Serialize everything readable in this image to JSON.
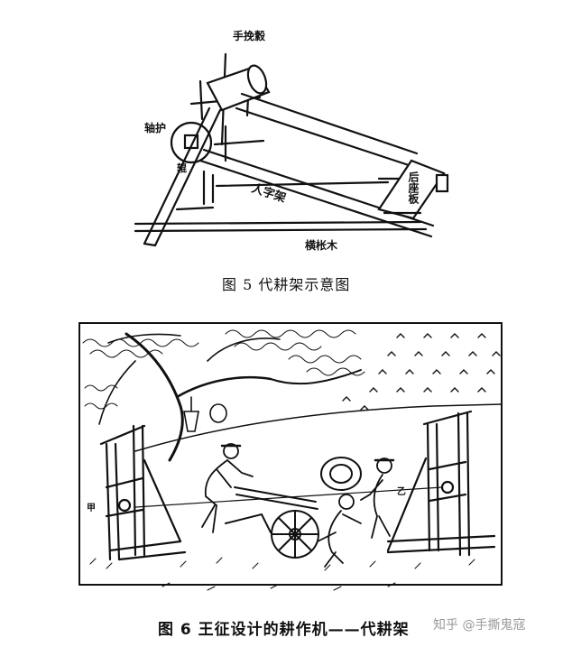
{
  "figure5": {
    "labels": {
      "hand_crank": "手挽縠",
      "axle_guard": "轴护",
      "axle_left": "辊",
      "back_seat_board": "后座板",
      "person_frame": "人字架",
      "horizontal_timber": "横枨木"
    },
    "caption": "图 5    代耕架示意图"
  },
  "figure6": {
    "left_frame_mark": "甲",
    "right_frame_mark": "乙",
    "caption": "图 6    王征设计的耕作机——代耕架"
  },
  "watermark": "知乎 @手撕鬼寇",
  "colors": {
    "ink": "#111111",
    "watermark": "#9a9a9a",
    "paper": "#ffffff"
  }
}
